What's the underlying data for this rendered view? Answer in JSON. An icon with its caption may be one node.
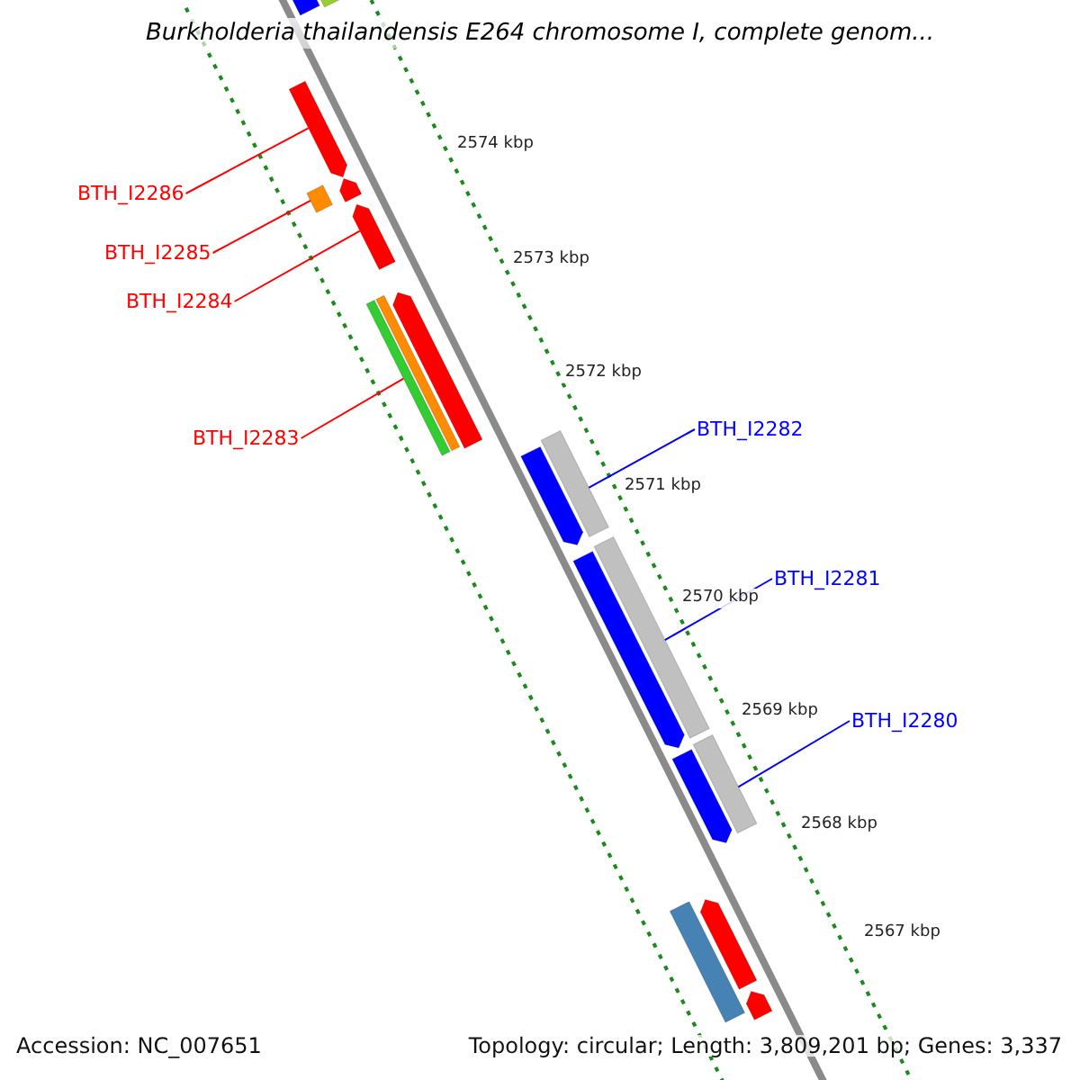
{
  "diagram": {
    "title": "Burkholderia thailandensis E264 chromosome I, complete genom...",
    "nodes": [
      {
        "text": [
          "BTH_I2286"
        ]
      },
      {
        "text": [
          "BTH_I2285"
        ]
      },
      {
        "text": [
          "BTH_I2284"
        ]
      },
      {
        "text": [
          "BTH_I2283"
        ]
      },
      {
        "text": [
          "BTH_I2282"
        ]
      },
      {
        "text": [
          "BTH_I2281"
        ]
      },
      {
        "text": [
          "BTH_I2280"
        ]
      },
      {
        "text": [],
        "shape": "bar"
      },
      {
        "text": [],
        "shape": "bar"
      },
      {
        "text": [],
        "shape": "bar"
      },
      {
        "text": [],
        "shape": "bar"
      },
      {
        "text": [],
        "shape": "bar"
      },
      {
        "text": [],
        "shape": "bar"
      },
      {
        "text": [],
        "shape": "bar"
      },
      {
        "text": [],
        "shape": "bar"
      },
      {
        "text": [],
        "shape": "bar"
      },
      {
        "text": [],
        "shape": "bar"
      },
      {
        "text": [],
        "shape": "bar"
      },
      {
        "text": [],
        "shape": "bar"
      },
      {
        "text": [],
        "shape": "bar"
      },
      {
        "text": [],
        "shape": "bar"
      }
    ],
    "edges": [
      {
        "from": 0,
        "to": 7,
        "arrow": "none",
        "color": "#ff0000"
      },
      {
        "from": 1,
        "to": 8,
        "arrow": "none",
        "color": "#ff0000"
      },
      {
        "from": 2,
        "to": 9,
        "arrow": "none",
        "color": "#ff0000"
      },
      {
        "from": 3,
        "to": 10,
        "arrow": "none",
        "color": "#ff0000"
      },
      {
        "from": 4,
        "to": 11,
        "arrow": "none",
        "color": "#0000ff"
      },
      {
        "from": 5,
        "to": 12,
        "arrow": "none",
        "color": "#0000ff"
      },
      {
        "from": 6,
        "to": 13,
        "arrow": "none",
        "color": "#0000ff"
      }
    ],
    "labels": [
      "2574 kbp",
      "2573 kbp",
      "2572 kbp",
      "2571 kbp",
      "2570 kbp",
      "2569 kbp",
      "2568 kbp",
      "2567 kbp",
      "Accession: NC_007651",
      "Topology: circular; Length: 3,809,201 bp; Genes: 3,337"
    ]
  }
}
